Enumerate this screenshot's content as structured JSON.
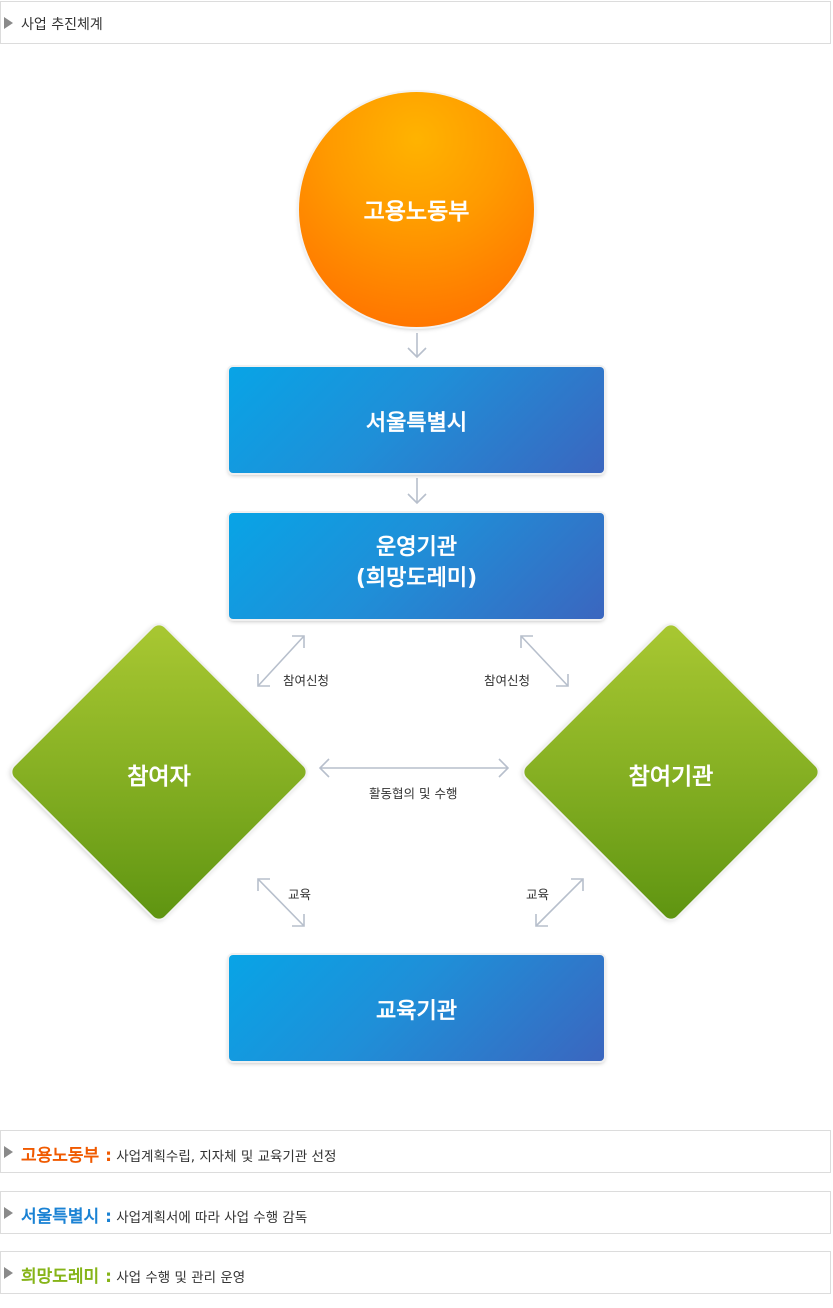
{
  "header": {
    "title": "사업 추진체계"
  },
  "nodes": {
    "ministry": "고용노동부",
    "seoul": "서울특별시",
    "operator_line1": "운영기관",
    "operator_line2": "(희망도레미)",
    "participant": "참여자",
    "partner": "참여기관",
    "education": "교육기관"
  },
  "edges": {
    "apply_left": "참여신청",
    "apply_right": "참여신청",
    "cooperation": "활동협의 및 수행",
    "edu_left": "교육",
    "edu_right": "교육"
  },
  "legend": [
    {
      "name": "고용노동부 :",
      "desc": "사업계획수립, 지자체 및 교육기관 선정",
      "color": "#f05a00"
    },
    {
      "name": "서울특별시 :",
      "desc": "사업계획서에 따라 사업 수행 감독",
      "color": "#1a82d4"
    },
    {
      "name": "희망도레미 :",
      "desc": "사업 수행 및 관리 운영",
      "color": "#86b418"
    }
  ],
  "colors": {
    "arrow": "#b7bfcc"
  }
}
